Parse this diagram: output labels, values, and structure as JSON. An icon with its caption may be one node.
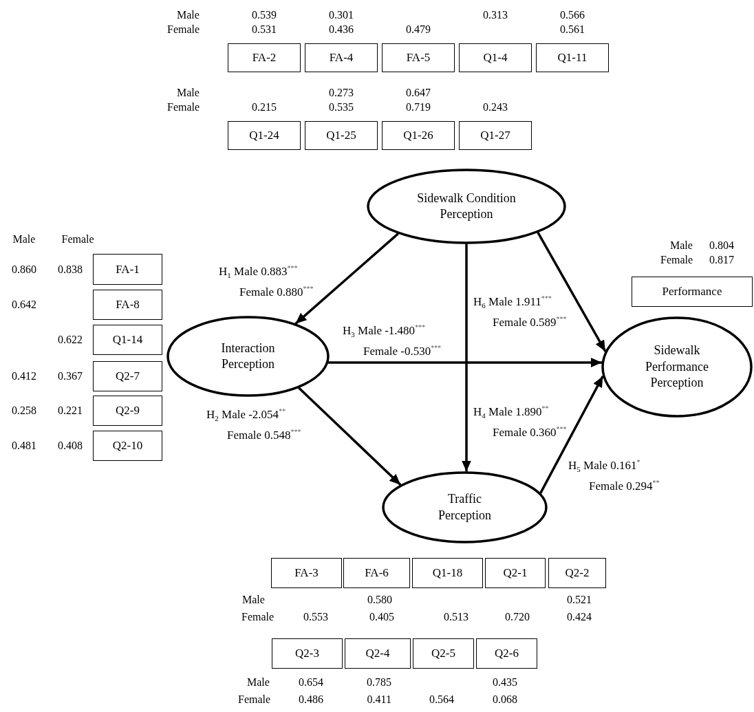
{
  "diagram": {
    "nodes": [
      {
        "text": [
          "FA-2"
        ],
        "beside": [
          "0.539",
          "0.531"
        ]
      },
      {
        "text": [
          "FA-4"
        ],
        "beside": [
          "0.301",
          "0.436"
        ]
      },
      {
        "text": [
          "FA-5"
        ],
        "beside": [
          "0.479"
        ]
      },
      {
        "text": [
          "Q1-4"
        ],
        "beside": [
          "0.313"
        ]
      },
      {
        "text": [
          "Q1-11"
        ],
        "beside": [
          "0.566",
          "0.561"
        ]
      },
      {
        "text": [
          "Q1-24"
        ],
        "beside": [
          "0.215"
        ]
      },
      {
        "text": [
          "Q1-25"
        ],
        "beside": [
          "0.273",
          "0.535"
        ]
      },
      {
        "text": [
          "Q1-26"
        ],
        "beside": [
          "0.647",
          "0.719"
        ]
      },
      {
        "text": [
          "Q1-27"
        ],
        "beside": [
          "0.243"
        ]
      },
      {
        "text": [
          "Sidewalk Condition Perception"
        ]
      },
      {
        "text": [
          "FA-1"
        ],
        "beside": [
          "0.860",
          "0.838"
        ]
      },
      {
        "text": [
          "FA-8"
        ]
      },
      {
        "text": [
          "Q1-14"
        ],
        "beside": [
          "0.622"
        ]
      },
      {
        "text": [
          "Q2-7"
        ],
        "beside": [
          "0.412",
          "0.367"
        ]
      },
      {
        "text": [
          "Q2-9"
        ],
        "beside": [
          "0.258",
          "0.221"
        ]
      },
      {
        "text": [
          "Q2-10"
        ],
        "beside": [
          "0.481",
          "0.408"
        ]
      },
      {
        "text": [
          "Performance"
        ],
        "beside": [
          "0.804",
          "0.817"
        ]
      },
      {
        "text": [
          "Interaction Perception"
        ]
      },
      {
        "text": [
          "Sidewalk Performance Perception"
        ]
      },
      {
        "text": [
          "Traffic Perception"
        ]
      },
      {
        "text": [
          "FA-3"
        ],
        "beside": [
          "0.553"
        ]
      },
      {
        "text": [
          "FA-6"
        ],
        "beside": [
          "0.580",
          "0.405"
        ]
      },
      {
        "text": [
          "Q1-18"
        ],
        "beside": [
          "0.513"
        ]
      },
      {
        "text": [
          "Q2-1"
        ],
        "beside": [
          "0.720"
        ]
      },
      {
        "text": [
          "Q2-2"
        ],
        "beside": [
          "0.521",
          "0.424"
        ]
      },
      {
        "text": [
          "Q2-3"
        ],
        "beside": [
          "0.654",
          "0.486"
        ]
      },
      {
        "text": [
          "Q2-4"
        ],
        "beside": [
          "0.785",
          "0.411"
        ]
      },
      {
        "text": [
          "Q2-5"
        ],
        "beside": [
          "0.564"
        ]
      },
      {
        "text": [
          "Q2-6"
        ],
        "beside": [
          "0.435",
          "0.068"
        ]
      }
    ],
    "edges": [
      {
        "from": 9,
        "to": 17,
        "arrow": "to",
        "label": "H$_{1}$ Male 0.883$^{***}$ Female 0.880$^{***}$"
      },
      {
        "from": 17,
        "to": 19,
        "arrow": "to",
        "label": "H$_{2}$ Male -2.054$^{**}$ Female 0.548$^{***}$"
      },
      {
        "from": 17,
        "to": 18,
        "arrow": "to",
        "label": "H$_{3}$ Male -1.480$^{***}$ Female -0.530$^{***}$"
      },
      {
        "from": 9,
        "to": 19,
        "arrow": "to",
        "label": "H$_{4}$ Male 1.890$^{**}$ Female 0.360$^{***}$"
      },
      {
        "from": 19,
        "to": 18,
        "arrow": "to",
        "label": "H$_{5}$ Male 0.161$^{*}$ Female 0.294$^{**}$"
      },
      {
        "from": 9,
        "to": 18,
        "arrow": "to",
        "label": "H$_{6}$ Male 1.911$^{***}$ Female 0.589$^{***}$"
      }
    ],
    "labels": [
      "Male",
      "Female",
      "Male",
      "Female",
      "Male",
      "Female",
      "0.642",
      "Male",
      "Female",
      "Male",
      "Female",
      "Male",
      "Female"
    ]
  }
}
